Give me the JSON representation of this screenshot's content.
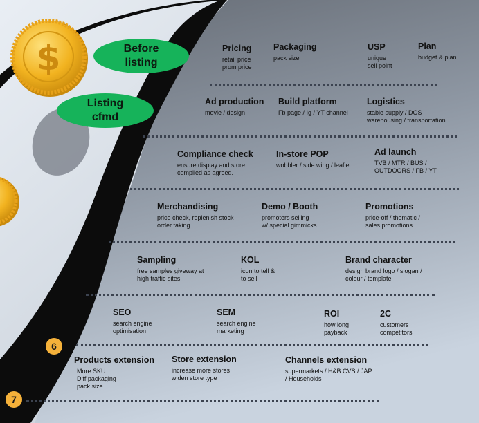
{
  "colors": {
    "bg_dark": "#656b74",
    "bg_light": "#c9d3df",
    "road": "#0c0c0c",
    "sky": "#dfe6ee",
    "pill_green": "#16b35a",
    "badge_orange": "#f5b13a",
    "coin_gold": "#f2b320"
  },
  "icons": [
    "dollar-coin-icon",
    "coin-icon"
  ],
  "labels": {
    "before_listing": "Before\nlisting",
    "listing_cfmd": "Listing\ncfmd"
  },
  "steps": [
    "6",
    "7"
  ],
  "items": [
    {
      "title": "Pricing",
      "desc": "retail price\nprom price"
    },
    {
      "title": "Packaging",
      "desc": "pack size"
    },
    {
      "title": "USP",
      "desc": "unique\nsell point"
    },
    {
      "title": "Plan",
      "desc": "budget & plan"
    },
    {
      "title": "Ad production",
      "desc": "movie / design"
    },
    {
      "title": "Build platform",
      "desc": "Fb page / Ig / YT channel"
    },
    {
      "title": "Logistics",
      "desc": "stable supply / DOS\nwarehousing / transportation"
    },
    {
      "title": "Compliance check",
      "desc": "ensure display and store\ncomplied as agreed."
    },
    {
      "title": "In-store POP",
      "desc": "wobbler / side wing / leaflet"
    },
    {
      "title": "Ad launch",
      "desc": "TVB / MTR / BUS /\nOUTDOORS / FB / YT"
    },
    {
      "title": "Merchandising",
      "desc": "price check, replenish stock\norder taking"
    },
    {
      "title": "Demo / Booth",
      "desc": "promoters selling\nw/ special gimmicks"
    },
    {
      "title": "Promotions",
      "desc": "price-off  / thematic /\nsales promotions"
    },
    {
      "title": "Sampling",
      "desc": "free samples giveway at\nhigh traffic sites"
    },
    {
      "title": "KOL",
      "desc": "icon to tell &\nto sell"
    },
    {
      "title": "Brand character",
      "desc": "design brand logo / slogan /\ncolour / template"
    },
    {
      "title": "SEO",
      "desc": "search engine\noptimisation"
    },
    {
      "title": "SEM",
      "desc": "search engine\nmarketing"
    },
    {
      "title": "ROI",
      "desc": "how long\npayback"
    },
    {
      "title": "2C",
      "desc": "customers\ncompetitors"
    },
    {
      "title": "Products extension",
      "desc": "More SKU\nDiff packaging\npack size"
    },
    {
      "title": "Store extension",
      "desc": "increase more stores\nwiden store type"
    },
    {
      "title": "Channels extension",
      "desc": "supermarkets / H&B CVS / JAP\n/ Households"
    }
  ]
}
